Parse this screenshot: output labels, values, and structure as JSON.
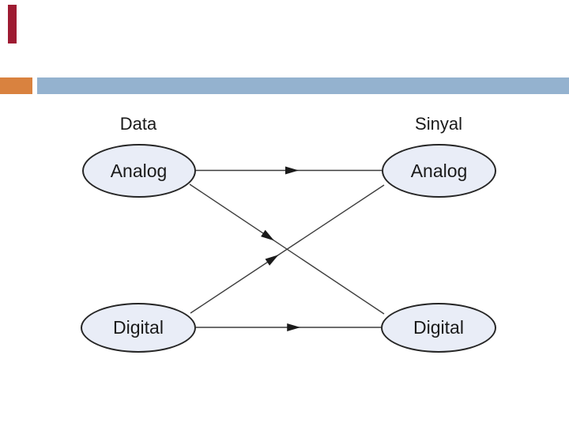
{
  "theme": {
    "ribbon_color": "#9E1B32",
    "orange_bar_color": "#D9823F",
    "blue_bar_color": "#94B2CF",
    "node_fill": "#E9EDF7",
    "node_border": "#262626",
    "line_color": "#3D3D3D",
    "arrowhead_color": "#1A1A1A",
    "text_color": "#1A1A1A"
  },
  "diagram": {
    "columns": [
      {
        "id": "data",
        "label": "Data"
      },
      {
        "id": "sinyal",
        "label": "Sinyal"
      }
    ],
    "nodes": [
      {
        "id": "data-analog",
        "column": "Data",
        "label": "Analog"
      },
      {
        "id": "data-digital",
        "column": "Data",
        "label": "Digital"
      },
      {
        "id": "sinyal-analog",
        "column": "Sinyal",
        "label": "Analog"
      },
      {
        "id": "sinyal-digital",
        "column": "Sinyal",
        "label": "Digital"
      }
    ],
    "arrows": [
      {
        "from": "data-analog",
        "to": "sinyal-analog"
      },
      {
        "from": "data-analog",
        "to": "sinyal-digital"
      },
      {
        "from": "data-digital",
        "to": "sinyal-analog"
      },
      {
        "from": "data-digital",
        "to": "sinyal-digital"
      }
    ]
  }
}
